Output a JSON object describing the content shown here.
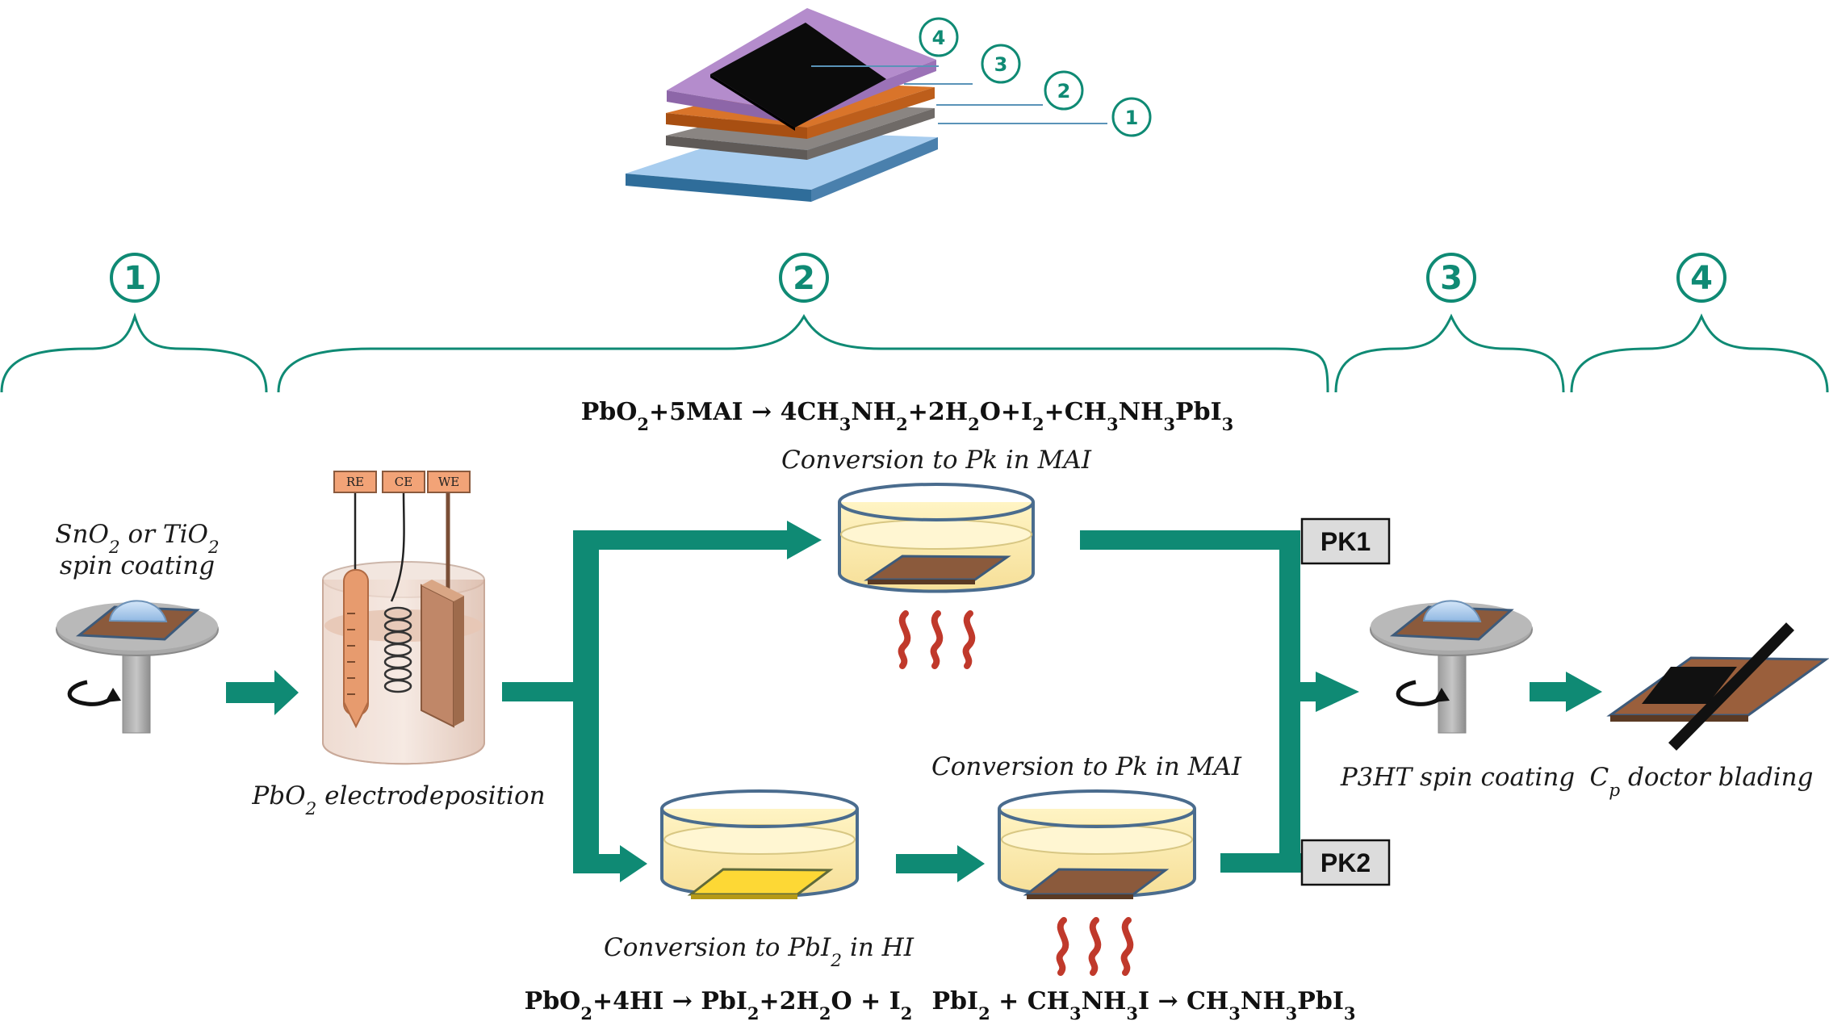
{
  "stack": {
    "layer_labels": [
      "4",
      "3",
      "2",
      "1"
    ]
  },
  "steps": [
    {
      "number": "1"
    },
    {
      "number": "2"
    },
    {
      "number": "3"
    },
    {
      "number": "4"
    }
  ],
  "equations": {
    "top": [
      "PbO",
      "2",
      "+5MAI → 4CH",
      "3",
      "NH",
      "2",
      "+2H",
      "2",
      "O+I",
      "2",
      "+CH",
      "3",
      "NH",
      "3",
      "PbI",
      "3"
    ],
    "bottom_left": [
      "PbO",
      "2",
      "+4HI → PbI",
      "2",
      "+2H",
      "2",
      "O + I",
      "2"
    ],
    "bottom_right": [
      "PbI",
      "2",
      " + CH",
      "3",
      "NH",
      "3",
      "I → CH",
      "3",
      "NH",
      "3",
      "PbI",
      "3"
    ]
  },
  "captions": {
    "spin_line1": [
      "SnO",
      "2",
      " or TiO",
      "2"
    ],
    "spin_line2": "spin coating",
    "electrodeposition": [
      "PbO",
      "2",
      " electrodeposition"
    ],
    "conversion_top": "Conversion to Pk in MAI",
    "conversion_bottom_right": "Conversion to Pk in MAI",
    "conversion_pbi2": [
      "Conversion to PbI",
      "2",
      " in HI"
    ],
    "p3ht": "P3HT spin coating",
    "doctor": [
      "C",
      "p",
      " doctor blading"
    ]
  },
  "electrodes": [
    "RE",
    "CE",
    "WE"
  ],
  "routes": {
    "pk1": "PK1",
    "pk2": "PK2"
  },
  "colors": {
    "teal": "#0f8a74",
    "brown": "#8b5a3c",
    "substrate_blue": "#9ec8ec",
    "perovskite_purple": "#b48ccc",
    "electrolyte": "#f8e8ac",
    "heat": "#c0392b"
  }
}
